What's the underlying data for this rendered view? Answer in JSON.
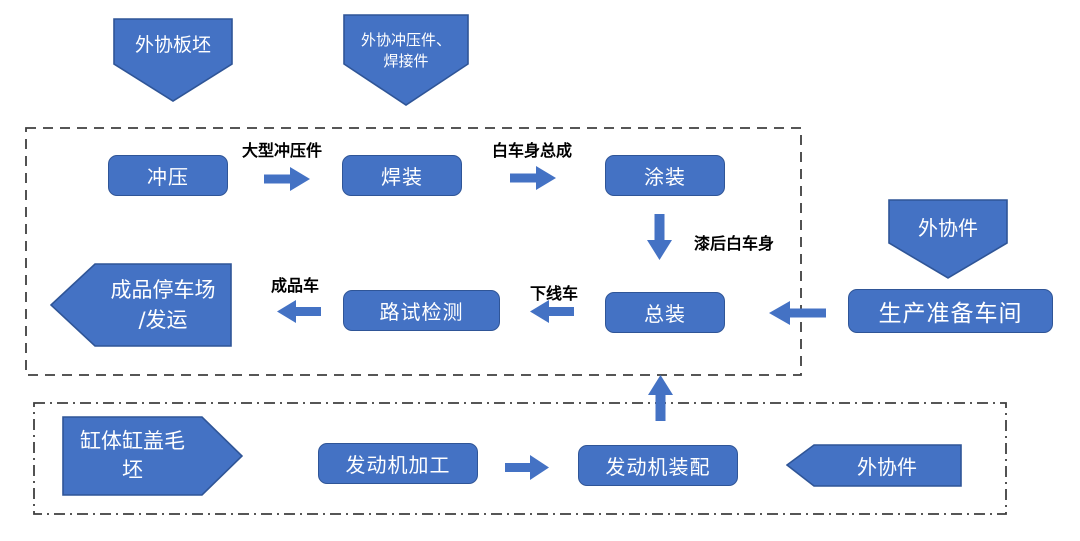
{
  "colors": {
    "shape_fill": "#4472C4",
    "shape_border": "#2F5597",
    "arrow_fill": "#4472C4",
    "text_on_shape": "#FFFFFF",
    "label_text": "#000000",
    "dashed_border": "#3F3F3F"
  },
  "external_inputs": {
    "slab": {
      "label": "外协板坯"
    },
    "stamping_welding": {
      "lines": [
        "外协冲压件、",
        "焊接件"
      ]
    },
    "outsourced_main": {
      "label": "外协件"
    },
    "outsourced_engine": {
      "label": "外协件"
    }
  },
  "vehicle_plant": {
    "stamping": "冲压",
    "welding": "焊装",
    "painting": "涂装",
    "final_assembly": "总装",
    "road_test": "路试检测",
    "production_prep": "生产准备车间",
    "finished_lot": {
      "lines": [
        "成品停车场",
        "/发运"
      ]
    }
  },
  "engine_plant": {
    "blank": {
      "lines": [
        "缸体缸盖毛",
        "坯"
      ]
    },
    "machining": "发动机加工",
    "assembly": "发动机装配"
  },
  "flow_labels": {
    "large_stampings": "大型冲压件",
    "biw_assembly": "白车身总成",
    "painted_biw": "漆后白车身",
    "offline_vehicle": "下线车",
    "finished_vehicle": "成品车"
  }
}
